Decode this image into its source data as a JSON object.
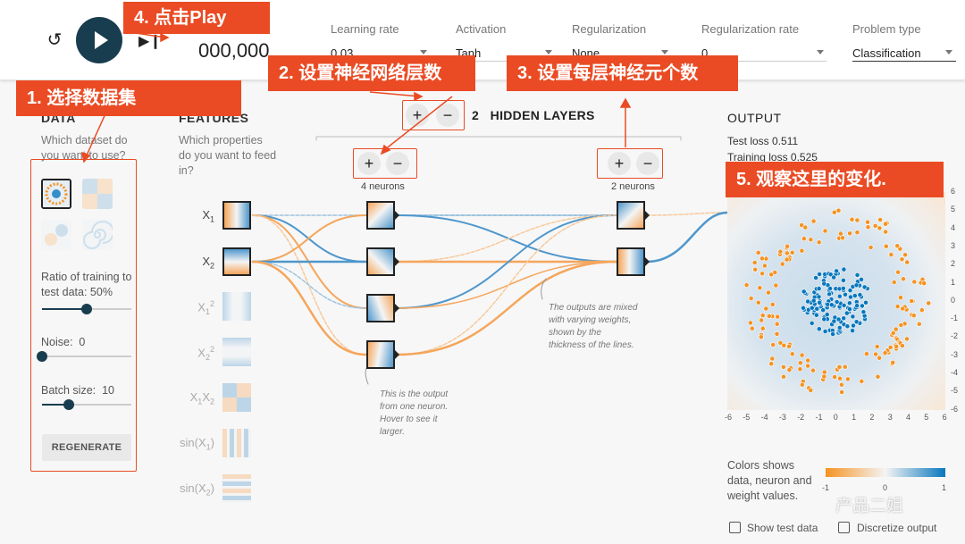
{
  "toolbar": {
    "epoch": "000,000",
    "learning_rate": {
      "label": "Learning rate",
      "value": "0.03"
    },
    "activation": {
      "label": "Activation",
      "value": "Tanh"
    },
    "regularization": {
      "label": "Regularization",
      "value": "None"
    },
    "regularization_rate": {
      "label": "Regularization rate",
      "value": "0"
    },
    "problem_type": {
      "label": "Problem type",
      "value": "Classification"
    }
  },
  "data_panel": {
    "title": "DATA",
    "question": "Which dataset do you want to use?",
    "ratio_label": "Ratio of training to test data:",
    "ratio_value": "50%",
    "ratio_level": 0.5,
    "noise_label": "Noise:",
    "noise_value": "0",
    "noise_level": 0,
    "batch_label": "Batch size:",
    "batch_value": "10",
    "batch_level": 0.3,
    "regenerate": "REGENERATE"
  },
  "features_panel": {
    "title": "FEATURES",
    "question": "Which properties do you want to feed in?",
    "features": [
      "X1",
      "X2",
      "X1²",
      "X2²",
      "X1X2",
      "sin(X1)",
      "sin(X2)"
    ]
  },
  "network": {
    "hidden_layers_count": "2",
    "hidden_layers_label": "HIDDEN LAYERS",
    "layer1_neurons": "4 neurons",
    "layer2_neurons": "2 neurons",
    "note_weights": "The outputs are mixed with varying weights, shown by the thickness of the lines.",
    "note_neuron": "This is the output from one neuron. Hover to see it larger."
  },
  "output": {
    "title": "OUTPUT",
    "test_loss": "Test loss 0.511",
    "training_loss": "Training loss 0.525",
    "x_ticks": [
      "-6",
      "-5",
      "-4",
      "-3",
      "-2",
      "-1",
      "0",
      "1",
      "2",
      "3",
      "4",
      "5",
      "6"
    ],
    "y_ticks": [
      "6",
      "5",
      "4",
      "3",
      "2",
      "1",
      "0",
      "-1",
      "-2",
      "-3",
      "-4",
      "-5",
      "-6"
    ],
    "colors_note": "Colors shows data, neuron and weight values.",
    "legend_ticks": [
      "-1",
      "0",
      "1"
    ],
    "show_test_data": "Show test data",
    "discretize_output": "Discretize output"
  },
  "colors": {
    "orange": "#f59322",
    "blue": "#0877bd",
    "dark": "#183d4e",
    "annotation_red": "#ea4b24"
  },
  "annotations": {
    "step1": "1. 选择数据集",
    "step2": "2. 设置神经网络层数",
    "step3": "3. 设置每层神经元个数",
    "step4": "4. 点击Play",
    "step5": "5. 观察这里的变化."
  },
  "watermark": "产品二姐"
}
